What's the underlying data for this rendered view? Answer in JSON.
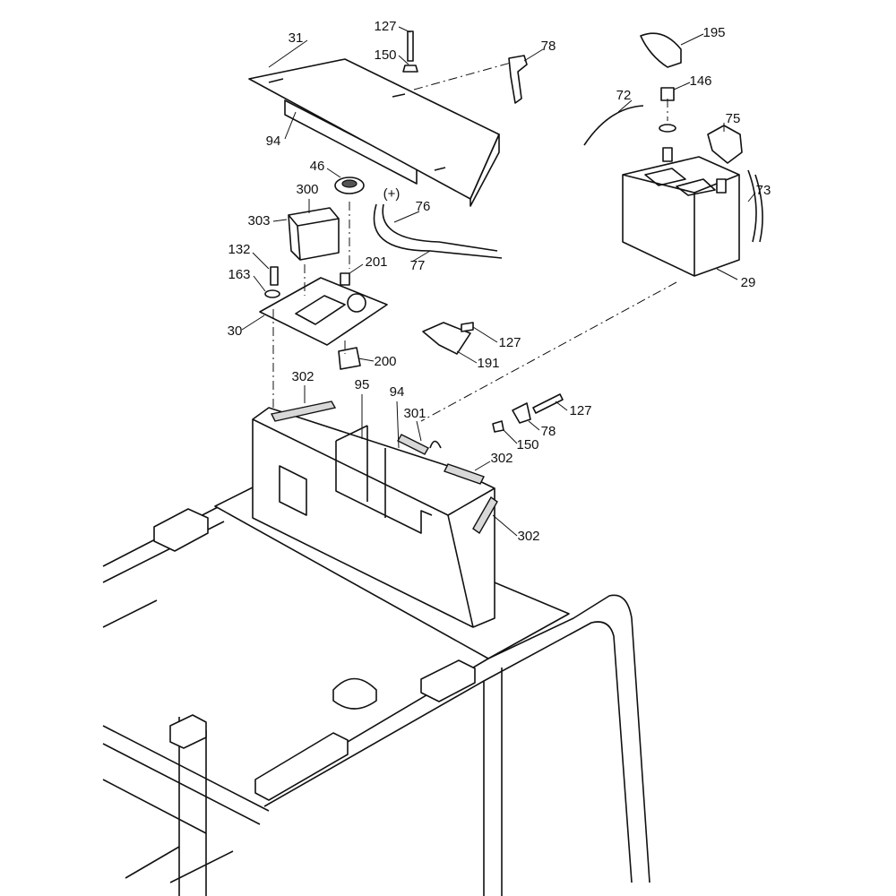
{
  "diagram": {
    "type": "exploded-parts-diagram",
    "labels": [
      "31",
      "127",
      "150",
      "78",
      "195",
      "146",
      "72",
      "75",
      "94",
      "46",
      "300",
      "303",
      "(+)",
      "76",
      "77",
      "73",
      "29",
      "132",
      "201",
      "163",
      "30",
      "127",
      "200",
      "191",
      "302",
      "95",
      "94",
      "301",
      "127",
      "78",
      "150",
      "302",
      "302"
    ]
  }
}
